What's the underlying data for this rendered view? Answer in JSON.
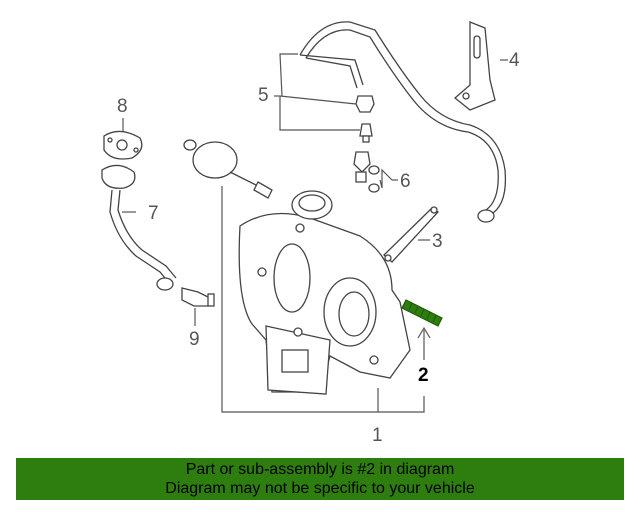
{
  "callouts": {
    "c1": "1",
    "c2": "2",
    "c3": "3",
    "c4": "4",
    "c5": "5",
    "c6": "6",
    "c7": "7",
    "c8": "8",
    "c9": "9"
  },
  "banner": {
    "line1": "Part or sub-assembly is #2 in diagram",
    "line2": "Diagram may not be specific to your vehicle"
  },
  "colors": {
    "highlight": "#2e7d0f",
    "banner_bg": "#2e7d0f",
    "line": "#444444",
    "callout_text": "#555555"
  }
}
